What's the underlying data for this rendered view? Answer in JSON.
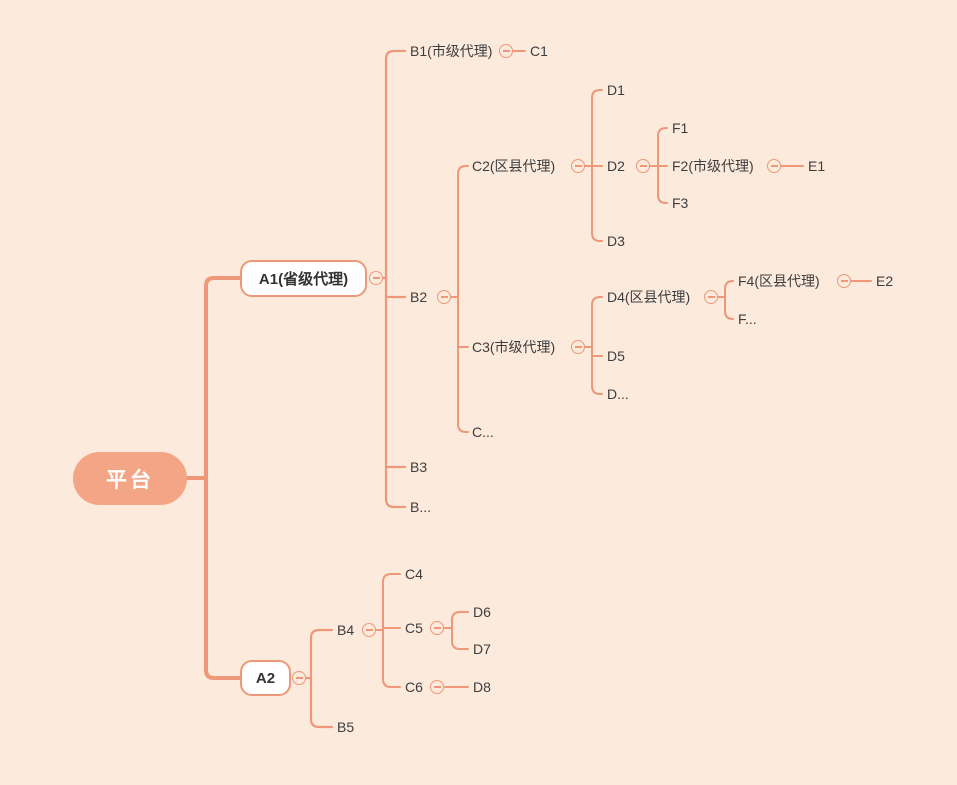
{
  "colors": {
    "bg": "#fceadd",
    "line": "#ee9779",
    "root_fill": "#f3a585",
    "box_bg": "#ffffff",
    "text": "#3d3d3d"
  },
  "icons": {
    "collapse": "minus-circle"
  },
  "nodes": {
    "platform": {
      "label": "平台",
      "children": [
        "a1",
        "a2"
      ]
    },
    "a1": {
      "label": "A1(省级代理)",
      "children": [
        "b1",
        "b2",
        "b3",
        "b_more"
      ]
    },
    "b1": {
      "label": "B1(市级代理)",
      "children": [
        "c1"
      ]
    },
    "c1": {
      "label": "C1",
      "children": []
    },
    "b2": {
      "label": "B2",
      "children": [
        "c2",
        "c3",
        "c_more"
      ]
    },
    "c2": {
      "label": "C2(区县代理)",
      "children": [
        "d1",
        "d2",
        "d3"
      ]
    },
    "d1": {
      "label": "D1",
      "children": []
    },
    "d2": {
      "label": "D2",
      "children": [
        "f1",
        "f2",
        "f3"
      ]
    },
    "f1": {
      "label": "F1",
      "children": []
    },
    "f2": {
      "label": "F2(市级代理)",
      "children": [
        "e1"
      ]
    },
    "e1": {
      "label": "E1",
      "children": []
    },
    "f3": {
      "label": "F3",
      "children": []
    },
    "d3": {
      "label": "D3",
      "children": []
    },
    "c3": {
      "label": "C3(市级代理)",
      "children": [
        "d4",
        "d5",
        "d_more"
      ]
    },
    "d4": {
      "label": "D4(区县代理)",
      "children": [
        "f4",
        "f_more"
      ]
    },
    "f4": {
      "label": "F4(区县代理)",
      "children": [
        "e2"
      ]
    },
    "e2": {
      "label": "E2",
      "children": []
    },
    "f_more": {
      "label": "F...",
      "children": []
    },
    "d5": {
      "label": "D5",
      "children": []
    },
    "d_more": {
      "label": "D...",
      "children": []
    },
    "c_more": {
      "label": "C...",
      "children": []
    },
    "b3": {
      "label": "B3",
      "children": []
    },
    "b_more": {
      "label": "B...",
      "children": []
    },
    "a2": {
      "label": "A2",
      "children": [
        "b4",
        "b5"
      ]
    },
    "b4": {
      "label": "B4",
      "children": [
        "c4",
        "c5",
        "c6"
      ]
    },
    "c4": {
      "label": "C4",
      "children": []
    },
    "c5": {
      "label": "C5",
      "children": [
        "d6",
        "d7"
      ]
    },
    "d6": {
      "label": "D6",
      "children": []
    },
    "d7": {
      "label": "D7",
      "children": []
    },
    "c6": {
      "label": "C6",
      "children": [
        "d8"
      ]
    },
    "d8": {
      "label": "D8",
      "children": []
    },
    "b5": {
      "label": "B5",
      "children": []
    }
  }
}
